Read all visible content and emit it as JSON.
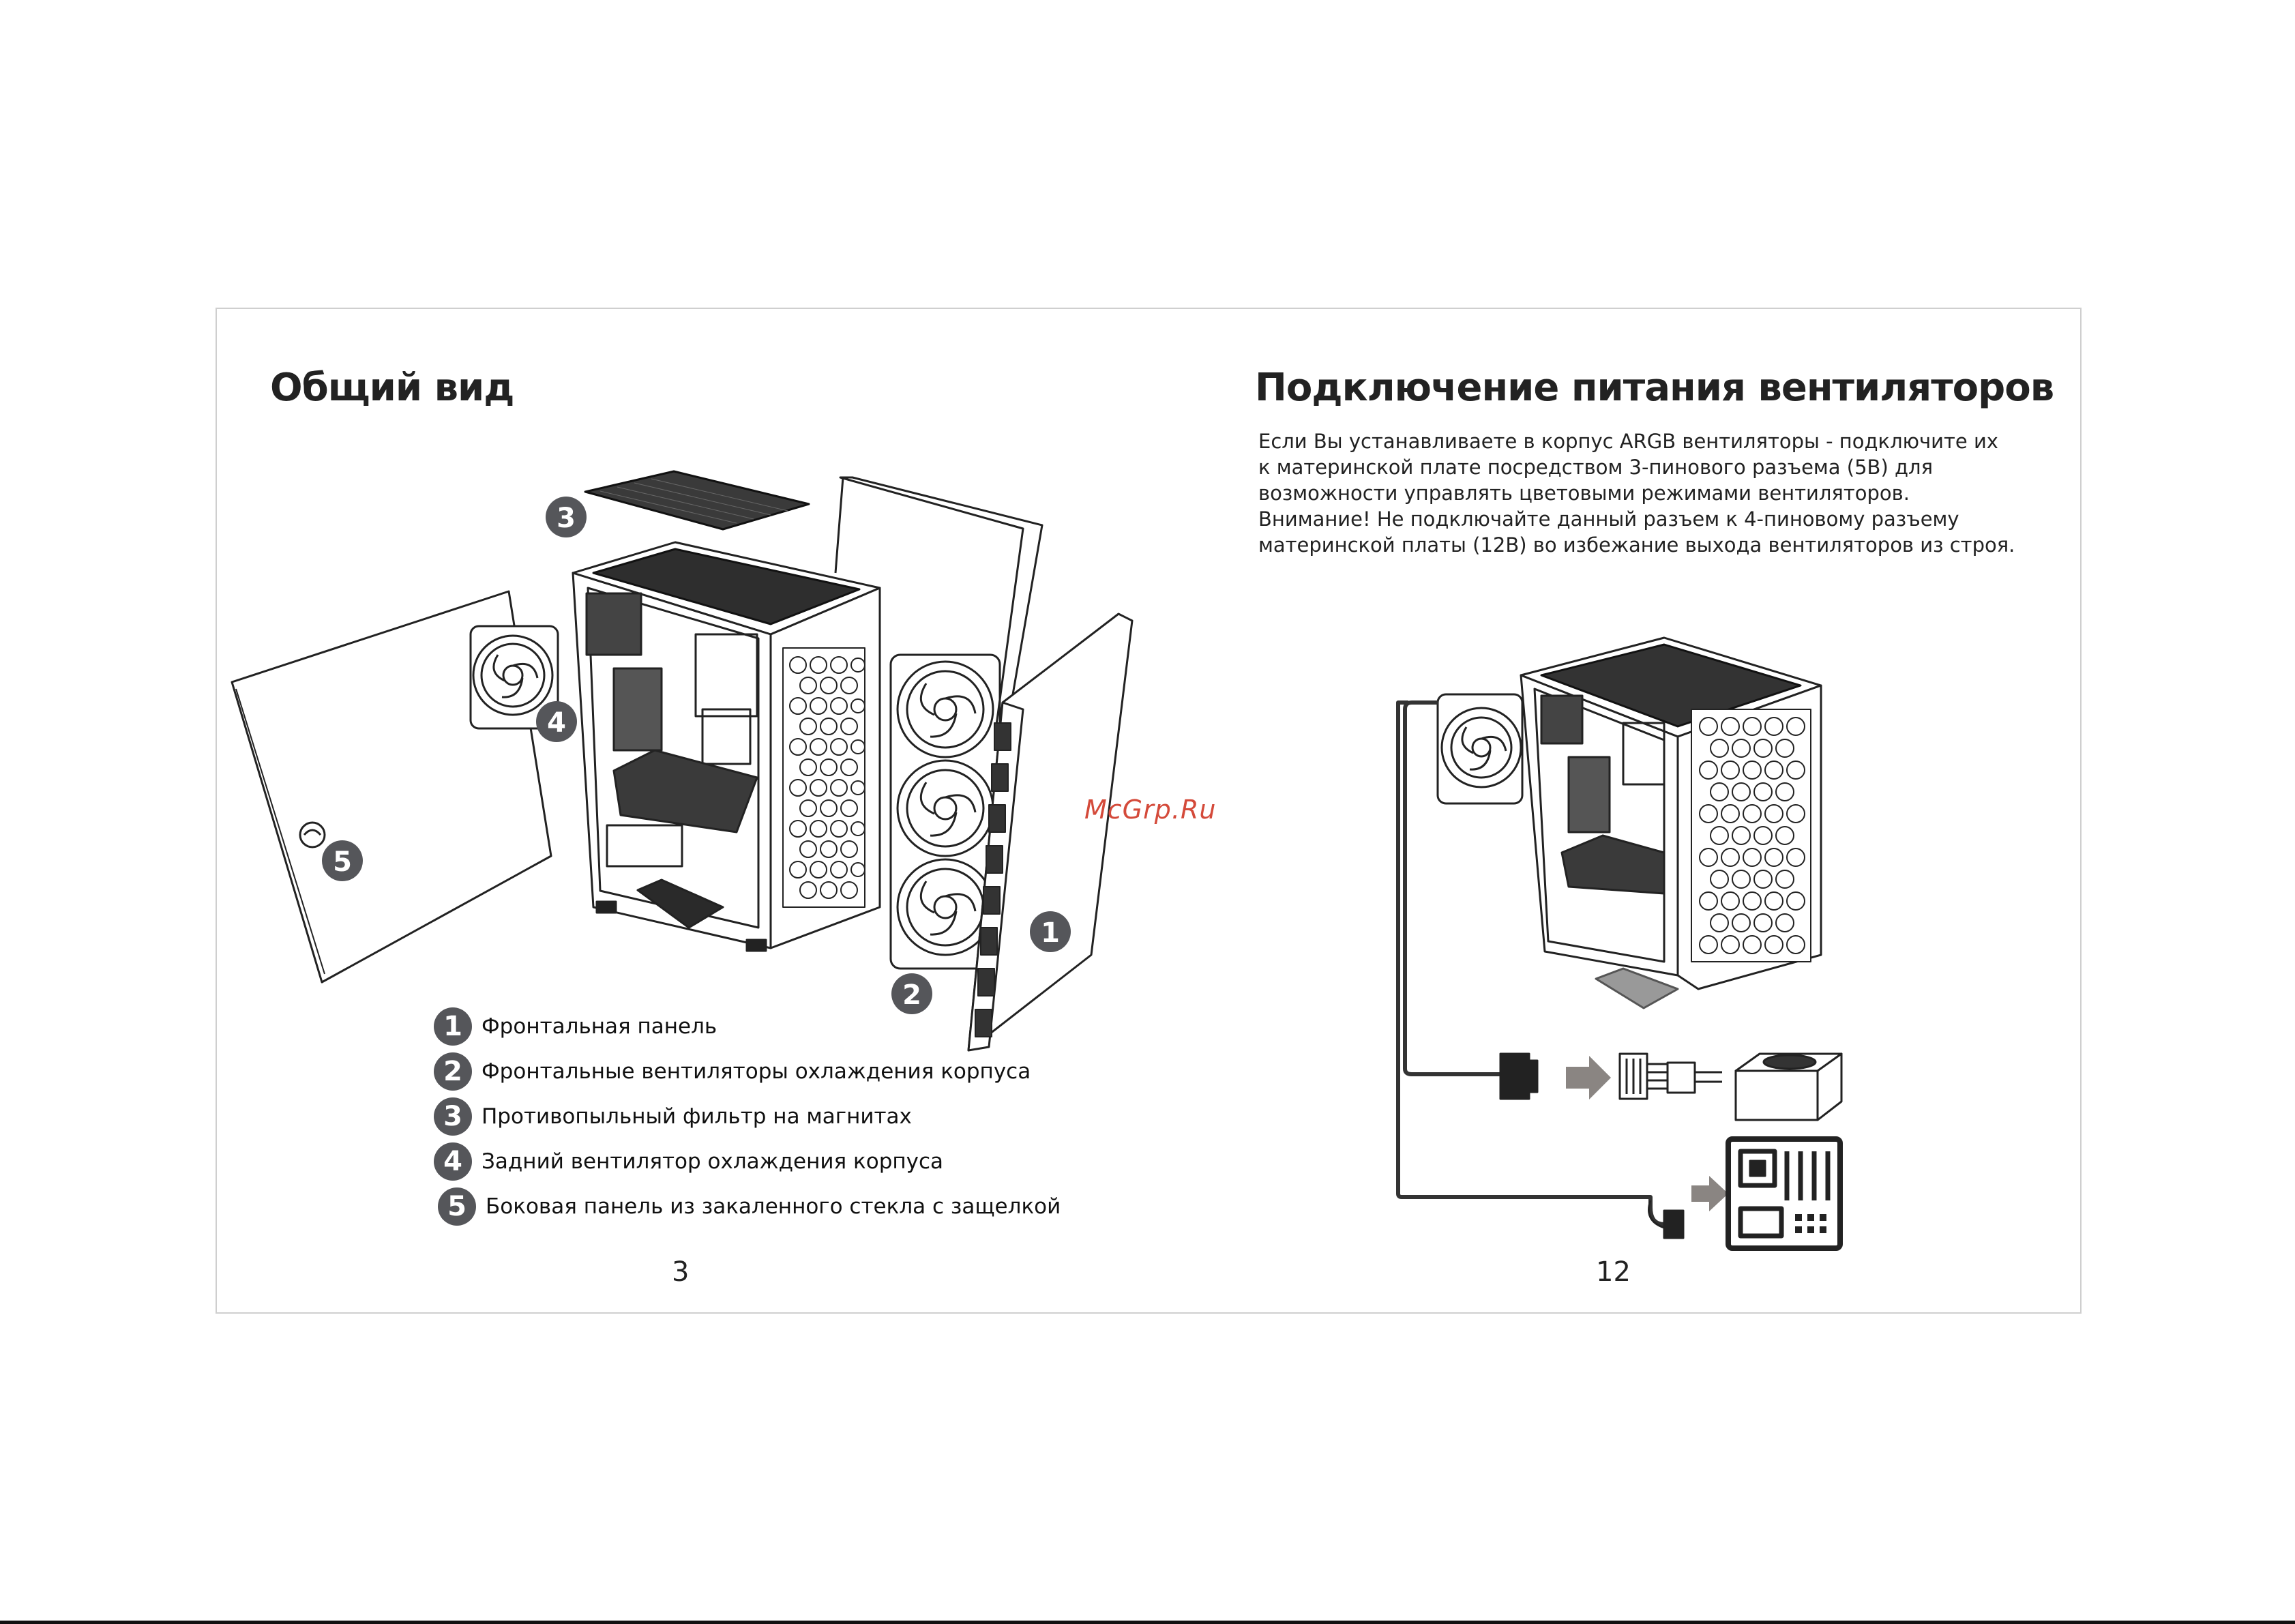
{
  "left_page": {
    "title": "Общий вид",
    "callouts": [
      "1",
      "2",
      "3",
      "4",
      "5"
    ],
    "legend": [
      {
        "num": "1",
        "text": "Фронтальная панель"
      },
      {
        "num": "2",
        "text": "Фронтальные вентиляторы охлаждения корпуса"
      },
      {
        "num": "3",
        "text": "Противопыльный фильтр на магнитах"
      },
      {
        "num": "4",
        "text": "Задний вентилятор охлаждения корпуса"
      },
      {
        "num": "5",
        "text": "Боковая панель из закаленного стекла с защелкой"
      }
    ],
    "page_number": "3"
  },
  "right_page": {
    "title": "Подключение питания вентиляторов",
    "paragraph": [
      "Если Вы устанавливаете в корпус ARGB вентиляторы - подключите их",
      "к  материнской плате посредством 3-пинового разъема (5В) для",
      "возможности управлять цветовыми режимами вентиляторов.",
      "Внимание! Не подключайте данный разъем к 4-пиновому разъему",
      "материнской платы (12В) во избежание выхода вентиляторов из строя."
    ],
    "page_number": "12"
  },
  "watermark": "McGrp.Ru",
  "colors": {
    "badge": "#55565a",
    "arrow": "#8a8582",
    "watermark": "#d44a3a",
    "line_art": "#222222"
  },
  "icons": [
    "case-exploded-illustration",
    "case-assembled-illustration",
    "power-supply-icon",
    "motherboard-icon",
    "arrow-icon"
  ]
}
